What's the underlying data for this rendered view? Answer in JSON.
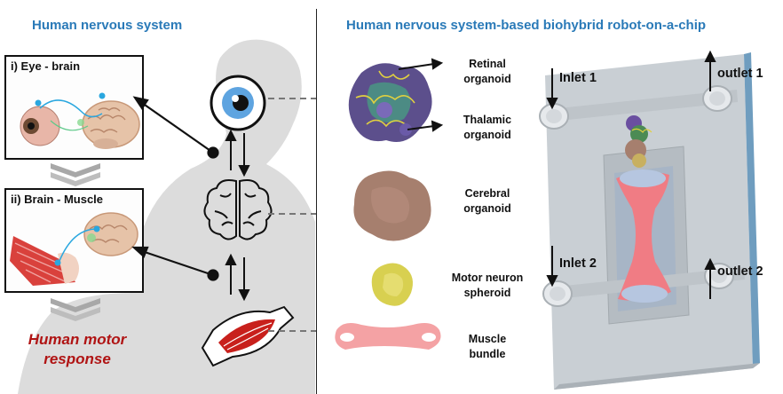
{
  "left_title": "Human nervous system",
  "right_title": "Human nervous system-based biohybrid robot-on-a-chip",
  "panel_eye_brain": "i) Eye - brain",
  "panel_brain_muscle": "ii) Brain - Muscle",
  "motor_response": [
    "Human motor",
    "response"
  ],
  "organoids": {
    "retinal": [
      "Retinal",
      "organoid"
    ],
    "thalamic": [
      "Thalamic",
      "organoid"
    ],
    "cerebral": [
      "Cerebral",
      "organoid"
    ],
    "motor_neuron": [
      "Motor neuron",
      "spheroid"
    ],
    "muscle": [
      "Muscle",
      "bundle"
    ]
  },
  "chip": {
    "inlet1": "Inlet 1",
    "outlet1": "outlet 1",
    "inlet2": "Inlet 2",
    "outlet2": "outlet 2"
  },
  "colors": {
    "title_blue": "#2a7ab8",
    "motor_red": "#b01414",
    "muscle_pink": "#f08c90",
    "retinal_purple": "#6a4fa0",
    "cerebral_brown": "#a07868",
    "spheroid_yellow": "#d8d050"
  }
}
